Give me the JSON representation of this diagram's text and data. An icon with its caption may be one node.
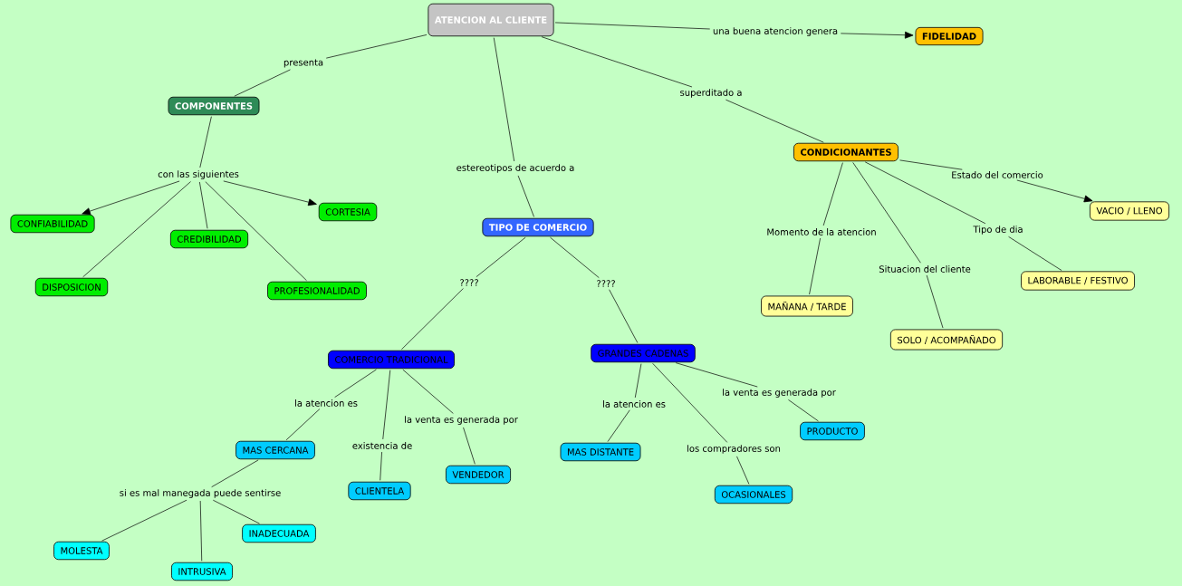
{
  "diagram": {
    "nodes": [
      {
        "text": [
          "ATENCION AL CLIENTE"
        ]
      },
      {
        "text": [
          "presenta"
        ]
      },
      {
        "text": [
          "una buena atencion genera"
        ]
      },
      {
        "text": [
          "FIDELIDAD"
        ]
      },
      {
        "text": [
          "superditado a"
        ]
      },
      {
        "text": [
          "COMPONENTES"
        ]
      },
      {
        "text": [
          "estereotipos de acuerdo a"
        ]
      },
      {
        "text": [
          "CONDICIONANTES"
        ]
      },
      {
        "text": [
          "con las siguientes"
        ]
      },
      {
        "text": [
          "Estado del comercio"
        ]
      },
      {
        "text": [
          "CONFIABILIDAD"
        ]
      },
      {
        "text": [
          "CORTESIA"
        ]
      },
      {
        "text": [
          "CREDIBILIDAD"
        ]
      },
      {
        "text": [
          "DISPOSICION"
        ]
      },
      {
        "text": [
          "PROFESIONALIDAD"
        ]
      },
      {
        "text": [
          "TIPO DE COMERCIO"
        ]
      },
      {
        "text": [
          "VACIO / LLENO"
        ]
      },
      {
        "text": [
          "Momento de la atencion"
        ]
      },
      {
        "text": [
          "Tipo de dia"
        ]
      },
      {
        "text": [
          "Situacion del cliente"
        ]
      },
      {
        "text": [
          "LABORABLE / FESTIVO"
        ]
      },
      {
        "text": [
          "MAÑANA / TARDE"
        ]
      },
      {
        "text": [
          "SOLO / ACOMPAÑADO"
        ]
      },
      {
        "text": [
          "????"
        ]
      },
      {
        "text": [
          "????"
        ]
      },
      {
        "text": [
          "COMERCIO TRADICIONAL"
        ]
      },
      {
        "text": [
          "GRANDES CADENAS"
        ]
      },
      {
        "text": [
          "la atencion es"
        ]
      },
      {
        "text": [
          "la atencion es"
        ]
      },
      {
        "text": [
          "la venta es generada por"
        ]
      },
      {
        "text": [
          "la venta es generada por"
        ]
      },
      {
        "text": [
          "existencia de"
        ]
      },
      {
        "text": [
          "MAS CERCANA"
        ]
      },
      {
        "text": [
          "PRODUCTO"
        ]
      },
      {
        "text": [
          "MAS DISTANTE"
        ]
      },
      {
        "text": [
          "los compradores son"
        ]
      },
      {
        "text": [
          "VENDEDOR"
        ]
      },
      {
        "text": [
          "si es mal manegada puede sentirse"
        ]
      },
      {
        "text": [
          "CLIENTELA"
        ]
      },
      {
        "text": [
          "OCASIONALES"
        ]
      },
      {
        "text": [
          "INADECUADA"
        ]
      },
      {
        "text": [
          "MOLESTA"
        ]
      },
      {
        "text": [
          "INTRUSIVA"
        ]
      }
    ],
    "edges": [
      {
        "from": 0,
        "to": 1,
        "arrow": "none"
      },
      {
        "from": 1,
        "to": 5,
        "arrow": "none"
      },
      {
        "from": 0,
        "to": 2,
        "arrow": "none"
      },
      {
        "from": 2,
        "to": 3,
        "arrow": "to"
      },
      {
        "from": 0,
        "to": 4,
        "arrow": "none"
      },
      {
        "from": 4,
        "to": 7,
        "arrow": "none"
      },
      {
        "from": 0,
        "to": 6,
        "arrow": "none"
      },
      {
        "from": 6,
        "to": 15,
        "arrow": "none"
      },
      {
        "from": 5,
        "to": 8,
        "arrow": "none"
      },
      {
        "from": 8,
        "to": 10,
        "arrow": "to"
      },
      {
        "from": 8,
        "to": 11,
        "arrow": "to"
      },
      {
        "from": 8,
        "to": 12,
        "arrow": "none"
      },
      {
        "from": 8,
        "to": 13,
        "arrow": "none"
      },
      {
        "from": 8,
        "to": 14,
        "arrow": "none"
      },
      {
        "from": 7,
        "to": 9,
        "arrow": "none"
      },
      {
        "from": 9,
        "to": 16,
        "arrow": "to"
      },
      {
        "from": 7,
        "to": 17,
        "arrow": "none"
      },
      {
        "from": 17,
        "to": 21,
        "arrow": "none"
      },
      {
        "from": 7,
        "to": 19,
        "arrow": "none"
      },
      {
        "from": 19,
        "to": 22,
        "arrow": "none"
      },
      {
        "from": 7,
        "to": 18,
        "arrow": "none"
      },
      {
        "from": 18,
        "to": 20,
        "arrow": "none"
      },
      {
        "from": 15,
        "to": 23,
        "arrow": "none"
      },
      {
        "from": 23,
        "to": 25,
        "arrow": "none"
      },
      {
        "from": 15,
        "to": 24,
        "arrow": "none"
      },
      {
        "from": 24,
        "to": 26,
        "arrow": "none"
      },
      {
        "from": 25,
        "to": 27,
        "arrow": "none"
      },
      {
        "from": 27,
        "to": 32,
        "arrow": "none"
      },
      {
        "from": 25,
        "to": 31,
        "arrow": "none"
      },
      {
        "from": 31,
        "to": 38,
        "arrow": "none"
      },
      {
        "from": 25,
        "to": 29,
        "arrow": "none"
      },
      {
        "from": 29,
        "to": 36,
        "arrow": "none"
      },
      {
        "from": 26,
        "to": 28,
        "arrow": "none"
      },
      {
        "from": 28,
        "to": 34,
        "arrow": "none"
      },
      {
        "from": 26,
        "to": 35,
        "arrow": "none"
      },
      {
        "from": 35,
        "to": 39,
        "arrow": "none"
      },
      {
        "from": 26,
        "to": 30,
        "arrow": "none"
      },
      {
        "from": 30,
        "to": 33,
        "arrow": "none"
      },
      {
        "from": 32,
        "to": 37,
        "arrow": "none"
      },
      {
        "from": 37,
        "to": 41,
        "arrow": "none"
      },
      {
        "from": 37,
        "to": 42,
        "arrow": "none"
      },
      {
        "from": 37,
        "to": 40,
        "arrow": "none"
      }
    ]
  }
}
